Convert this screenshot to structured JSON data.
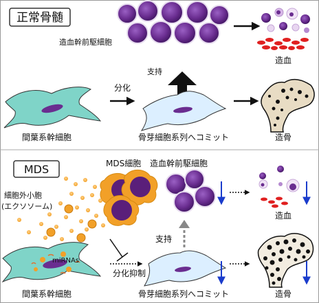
{
  "panels": [
    {
      "label": "正常骨髄",
      "labels": {
        "hsc": "造血幹前駆細胞",
        "support": "支持",
        "differentiation": "分化",
        "msc": "間葉系幹細胞",
        "osteo": "骨芽細胞系列へコミット",
        "blood": "造血",
        "bone": "造骨"
      }
    },
    {
      "label": "MDS",
      "labels": {
        "mds_cell": "MDS細胞",
        "hsc": "造血幹前駆細胞",
        "exosome": "細胞外小胞",
        "exosome_sub": "(エクソソーム)",
        "mirna": "miRNAs",
        "support": "支持",
        "inhibition": "分化抑制",
        "msc": "間葉系幹細胞",
        "osteo": "骨芽細胞系列へコミット",
        "blood": "造血",
        "bone": "造骨"
      }
    }
  ],
  "colors": {
    "hsc_purple": "#6a2d90",
    "hsc_dark": "#4a1a6a",
    "msc_teal": "#7fd4c8",
    "osteo_blue": "#dcefff",
    "mds_orange": "#f0a030",
    "down_arrow": "#1a3ccc",
    "rbc_red": "#e02020"
  }
}
